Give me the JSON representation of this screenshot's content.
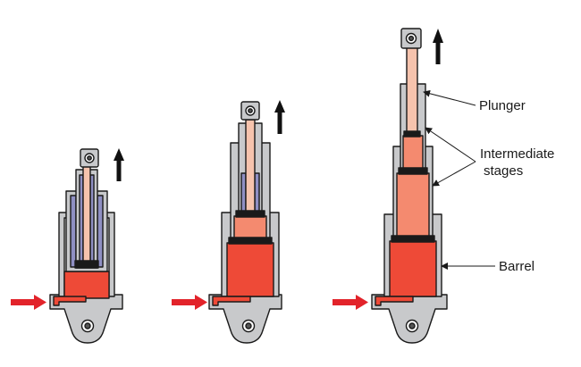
{
  "labels": {
    "plunger": "Plunger",
    "intermediate_line1": "Intermediate",
    "intermediate_line2": "stages",
    "barrel": "Barrel"
  },
  "colors": {
    "housing": "#c8c9cb",
    "outline": "#1a1a1a",
    "fluid": "#ee4a37",
    "fluid_light": "#f48a6f",
    "fluid_pale": "#f6c3ad",
    "stage_blue": "#8f8fc3",
    "input_arrow": "#e2232a",
    "motion_arrow": "#111111"
  },
  "icons": [
    "red-input-arrow-icon",
    "black-up-arrow-icon",
    "mounting-eye-icon"
  ]
}
